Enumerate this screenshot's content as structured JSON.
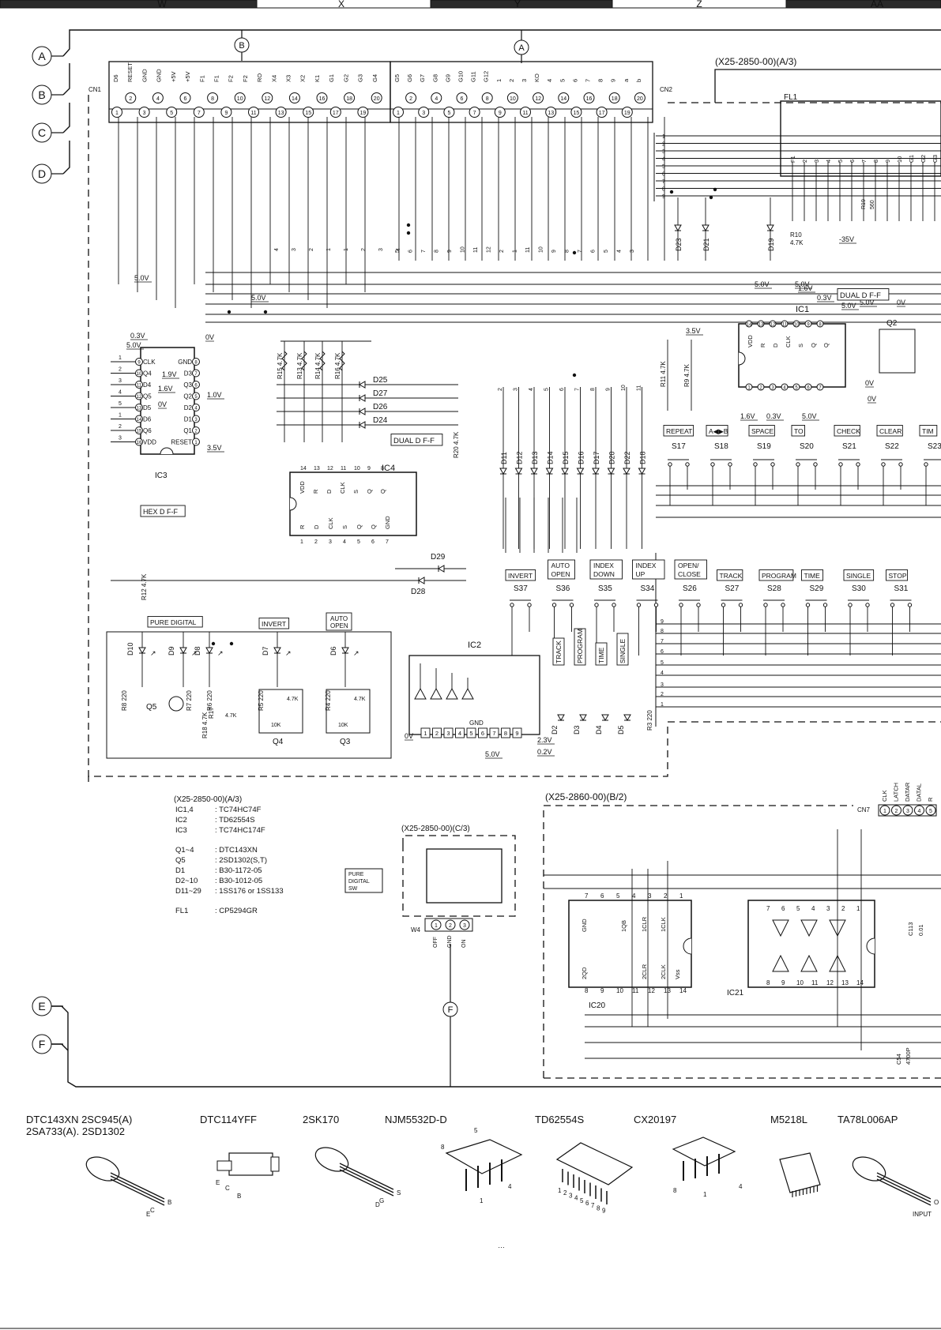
{
  "grid_columns": [
    "W",
    "X",
    "Y",
    "Z",
    "AA"
  ],
  "connectors_left": [
    "A",
    "B",
    "C",
    "D",
    "E",
    "F"
  ],
  "connectors_top": [
    "B",
    "A"
  ],
  "connector_bottom": "F",
  "cn1": {
    "label": "CN1",
    "signals": [
      "D6",
      "RESET",
      "GND",
      "GND",
      "+5V",
      "+5V",
      "F1",
      "F1",
      "F2",
      "F2",
      "RO",
      "X4",
      "X3",
      "X2",
      "K1",
      "G1",
      "G2",
      "G3",
      "G4"
    ],
    "pins": [
      "1",
      "2",
      "3",
      "4",
      "5",
      "6",
      "7",
      "8",
      "9",
      "10",
      "11",
      "12",
      "13",
      "14",
      "15",
      "16",
      "17",
      "18",
      "19",
      "20"
    ]
  },
  "cn2": {
    "label": "CN2",
    "signals": [
      "G5",
      "G6",
      "G7",
      "G8",
      "G9",
      "G10",
      "G11",
      "G12",
      "1",
      "2",
      "3",
      "KO",
      "4",
      "5",
      "6",
      "7",
      "8",
      "9",
      "a",
      "b"
    ],
    "pins": [
      "1",
      "2",
      "3",
      "4",
      "5",
      "6",
      "7",
      "8",
      "9",
      "10",
      "11",
      "12",
      "13",
      "14",
      "15",
      "16",
      "17",
      "18",
      "19",
      "20"
    ]
  },
  "cn7": {
    "label": "CN7",
    "signals": [
      "CLK",
      "LATCH",
      "DATAR",
      "DATAL",
      "R"
    ],
    "pins": [
      "1",
      "2",
      "3",
      "4",
      "5"
    ]
  },
  "section_titles": {
    "a3": "(X25-2850-00)(A/3)",
    "b2": "(X25-2860-00)(B/2)",
    "c3": "(X25-2850-00)(C/3)"
  },
  "fl1": {
    "label": "FL1",
    "pins": [
      "F1",
      "2",
      "3",
      "4",
      "5",
      "6",
      "7",
      "8",
      "9",
      "10",
      "G1",
      "G2",
      "G3"
    ]
  },
  "ics": {
    "ic1": {
      "label": "IC1",
      "type": "DUAL D F-F",
      "pins": [
        "VDD",
        "R",
        "D",
        "CLK",
        "S",
        "Q",
        "Q"
      ]
    },
    "ic2": {
      "label": "IC2",
      "gnd": "GND",
      "pins": [
        "1",
        "2",
        "3",
        "4",
        "5",
        "6",
        "7",
        "8",
        "9"
      ]
    },
    "ic3": {
      "label": "IC3",
      "type": "HEX D F-F",
      "left": [
        "CLK",
        "Q4",
        "D4",
        "Q5",
        "D5",
        "D6",
        "Q6",
        "VDD"
      ],
      "right": [
        "GND",
        "D3",
        "Q3",
        "Q2",
        "D2",
        "D1",
        "Q1",
        "RESET"
      ]
    },
    "ic4": {
      "label": "IC4",
      "type": "DUAL D F-F",
      "top": [
        "VDD",
        "R",
        "D",
        "CLK",
        "S",
        "Q",
        "Q"
      ],
      "bottom": [
        "R",
        "D",
        "CLK",
        "S",
        "Q",
        "Q",
        "GND"
      ]
    },
    "ic20": {
      "label": "IC20",
      "top": [
        "GND",
        "1QB",
        "1CLR",
        "1CLK"
      ],
      "bottom": [
        "2QD",
        "2CLR",
        "2CLK",
        "Vss"
      ]
    },
    "ic21": {
      "label": "IC21"
    }
  },
  "voltages": [
    "5.0V",
    "5.0V",
    "5.0V",
    "1.6V",
    "0.3V",
    "5.0V",
    "0V",
    "0V",
    "0V",
    "3.5V",
    "1.6V",
    "0.3V",
    "5.0V",
    "0V",
    "0.3V",
    "5.0V",
    "1.9V",
    "1.6V",
    "0V",
    "3.5V",
    "1.0V",
    "-35V",
    "2.3V",
    "0.2V",
    "5.0V",
    "0V"
  ],
  "switches_row1": [
    {
      "key": "REPEAT",
      "ref": "S17"
    },
    {
      "key": "A◀▶B",
      "ref": "S18"
    },
    {
      "key": "SPACE",
      "ref": "S19"
    },
    {
      "key": "TO",
      "ref": "S20"
    },
    {
      "key": "CHECK",
      "ref": "S21"
    },
    {
      "key": "CLEAR",
      "ref": "S22"
    },
    {
      "key": "TIM",
      "ref": "S23"
    }
  ],
  "switches_row2": [
    {
      "key": "INVERT",
      "ref": "S37"
    },
    {
      "key": "AUTO OPEN",
      "ref": "S36"
    },
    {
      "key": "INDEX DOWN",
      "ref": "S35"
    },
    {
      "key": "INDEX UP",
      "ref": "S34"
    },
    {
      "key": "OPEN/ CLOSE",
      "ref": "S26"
    },
    {
      "key": "TRACK",
      "ref": "S27"
    },
    {
      "key": "PROGRAM",
      "ref": "S28"
    },
    {
      "key": "TIME",
      "ref": "S29"
    },
    {
      "key": "SINGLE",
      "ref": "S30"
    },
    {
      "key": "STOP",
      "ref": "S31"
    }
  ],
  "diodes_vertical": [
    "D11",
    "D12",
    "D13",
    "D14",
    "D15",
    "D16",
    "D17",
    "D20",
    "D22",
    "D18"
  ],
  "diodes_misc": [
    "D25",
    "D27",
    "D26",
    "D24",
    "D29",
    "D28",
    "D23",
    "D21",
    "D19"
  ],
  "leds": [
    "D10",
    "D9",
    "D8",
    "D7",
    "D6",
    "D2",
    "D3",
    "D4",
    "D5"
  ],
  "led_labels": [
    "PURE DIGITAL",
    "INVERT",
    "AUTO OPEN",
    "TRACK",
    "PROGRAM",
    "TIME",
    "SINGLE"
  ],
  "resistors": [
    "R15 4.7K",
    "R13 4.7K",
    "R14 4.7K",
    "R16 4.7K",
    "R11 4.7K",
    "R9 4.7K",
    "R10 4.7K",
    "R19 560",
    "R20 4.7K",
    "R12 4.7K",
    "R8 220",
    "R7 220",
    "R6 220",
    "R5 220",
    "R4 220",
    "R17 4.7K",
    "R18 4.7K",
    "R3 220"
  ],
  "transistors": [
    "Q2",
    "Q3",
    "Q4",
    "Q5"
  ],
  "transistor_bias": [
    "4.7K",
    "10K"
  ],
  "caps": [
    "C113 0.01",
    "C54 4700P"
  ],
  "switch_w4": {
    "label": "W4",
    "title": "PURE DIGITAL SW",
    "pins": [
      "1",
      "2",
      "3"
    ],
    "pin_names": [
      "OFF",
      "GND",
      "ON"
    ]
  },
  "parts_list": [
    [
      "IC1,4",
      "TC74HC74F"
    ],
    [
      "IC2",
      "TD62554S"
    ],
    [
      "IC3",
      "TC74HC174F"
    ],
    [
      "Q1~4",
      "DTC143XN"
    ],
    [
      "Q5",
      "2SD1302(S,T)"
    ],
    [
      "D1",
      "B30-1172-05"
    ],
    [
      "D2~10",
      "B30-1012-05"
    ],
    [
      "D11~29",
      "1SS176 or 1SS133"
    ],
    [
      "FL1",
      "CP5294GR"
    ]
  ],
  "packages": [
    {
      "name": "DTC143XN 2SC945(A)\n2SA733(A). 2SD1302",
      "pins": [
        "E",
        "C",
        "B"
      ]
    },
    {
      "name": "DTC114YFF",
      "pins": [
        "E",
        "C",
        "B"
      ]
    },
    {
      "name": "2SK170",
      "pins": [
        "D",
        "G",
        "S"
      ]
    },
    {
      "name": "NJM5532D-D",
      "pins": [
        "5",
        "8",
        "4",
        "1"
      ]
    },
    {
      "name": "TD62554S",
      "pins": [
        "1",
        "2",
        "3",
        "4",
        "5",
        "6",
        "7",
        "8",
        "9"
      ]
    },
    {
      "name": "CX20197",
      "pins": [
        "8",
        "1",
        "4"
      ]
    },
    {
      "name": "M5218L",
      "pins": []
    },
    {
      "name": "TA78L006AP",
      "pins": [
        "INPUT",
        "O"
      ]
    }
  ]
}
